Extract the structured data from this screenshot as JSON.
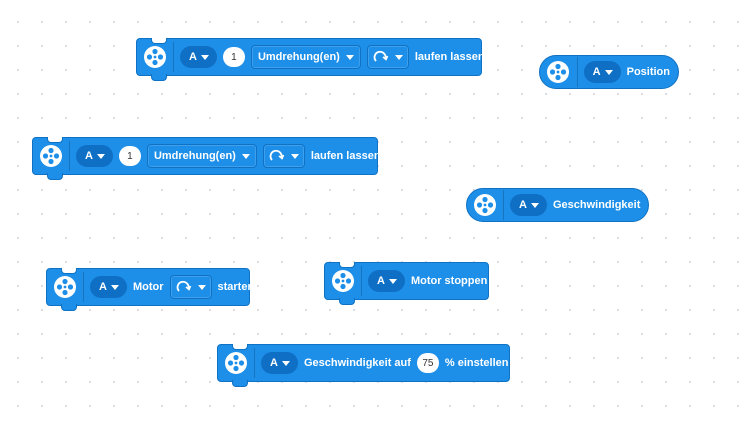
{
  "colors": {
    "block": "#1d8fe9",
    "block_dark": "#0f72c4",
    "port_bg": "#0f6fc4"
  },
  "icons": {
    "motor": "motor-wheel-icon",
    "direction": "clockwise-arrow-icon",
    "dropdown": "chevron-down-icon"
  },
  "blocks": {
    "run_for_1": {
      "port": "A",
      "amount": "1",
      "unit": "Umdrehung(en)",
      "label": "laufen lassen"
    },
    "position": {
      "port": "A",
      "label": "Position"
    },
    "run_for_2": {
      "port": "A",
      "amount": "1",
      "unit": "Umdrehung(en)",
      "label": "laufen lassen"
    },
    "speed": {
      "port": "A",
      "label": "Geschwindigkeit"
    },
    "start": {
      "port": "A",
      "label_motor": "Motor",
      "label_start": "starten"
    },
    "stop": {
      "port": "A",
      "label": "Motor stoppen"
    },
    "set_speed": {
      "port": "A",
      "label_before": "Geschwindigkeit auf",
      "value": "75",
      "label_after": "% einstellen"
    }
  }
}
